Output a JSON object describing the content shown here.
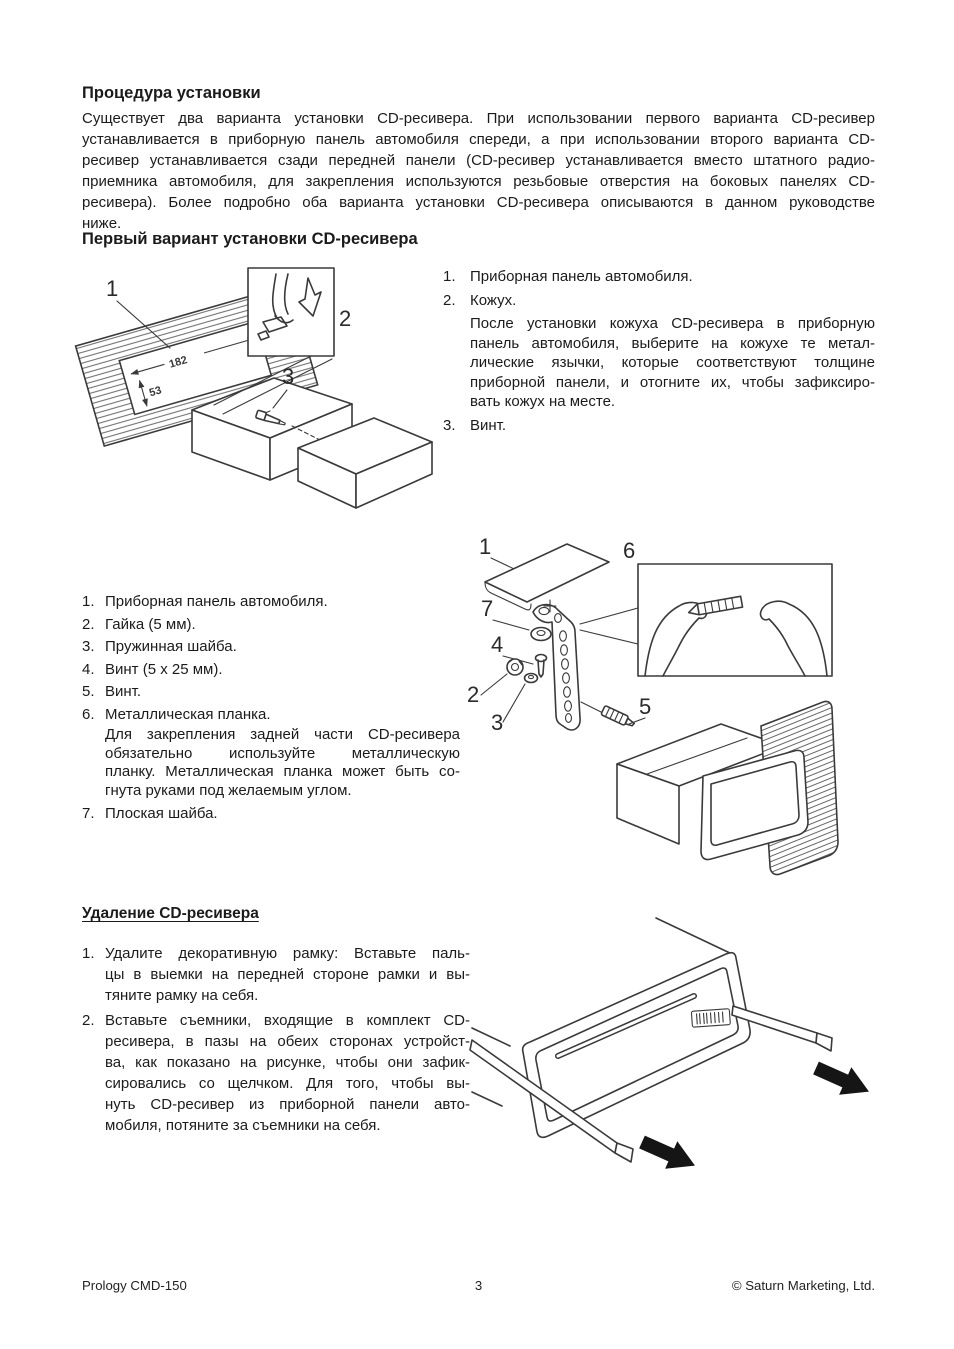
{
  "doc": {
    "section1": {
      "heading": "Процедура установки",
      "lines": [
        "Существует два варианта установки CD-ресивера. При использовании первого варианта CD-ресивер",
        "устанавливается в приборную панель автомобиля спереди, а при использовании второго варианта CD-",
        "ресивер устанавливается сзади передней панели (CD-ресивер устанавливается вместо штатного радио-",
        "приемника автомобиля, для закрепления используются резьбовые отверстия на боковых панелях CD-",
        "ресивера). Более подробно оба варианта установки CD-ресивера описываются в данном руководстве",
        "ниже."
      ]
    },
    "first": {
      "heading": "Первый вариант установки CD-ресивера",
      "right_list": [
        {
          "num": "1.",
          "text": "Приборная панель автомобиля."
        },
        {
          "num": "2.",
          "text": "Кожух."
        },
        {
          "num": "3.",
          "text": "Винт."
        }
      ],
      "right_note_lines": [
        "После установки кожуха CD-ресивера в приборную",
        "панель автомобиля, выберите на кожухе те метал-",
        "лические язычки, которые соответствуют толщине",
        "приборной панели, и отогните их, чтобы зафиксиро-",
        "вать кожух на месте."
      ],
      "left_list": [
        {
          "num": "1.",
          "text": "Приборная панель автомобиля."
        },
        {
          "num": "2.",
          "text": "Гайка (5 мм)."
        },
        {
          "num": "3.",
          "text": "Пружинная шайба."
        },
        {
          "num": "4.",
          "text": "Винт (5 х 25 мм)."
        },
        {
          "num": "5.",
          "text": "Винт."
        },
        {
          "num": "6.",
          "text": "Металлическая планка."
        },
        {
          "num": "7.",
          "text": "Плоская шайба."
        }
      ],
      "left_note_lines": [
        "Для закрепления задней части CD-ресивера",
        "обязательно используйте металлическую",
        "планку. Металлическая планка может быть со-",
        "гнута руками под желаемым углом."
      ]
    },
    "removal": {
      "heading": "Удаление CD-ресивера",
      "step1_num": "1.",
      "step1_lines": [
        "Удалите декоративную рамку: Вставьте паль-",
        "цы в выемки на передней стороне рамки и вы-",
        "тяните рамку на себя."
      ],
      "step2_num": "2.",
      "step2_lines": [
        "Вставьте съемники, входящие в комплект CD-",
        "ресивера, в пазы на обеих сторонах устройст-",
        "ва, как показано на рисунке, чтобы они зафик-",
        "сировались со щелчком. Для того, чтобы вы-",
        "нуть CD-ресивер из приборной панели авто-",
        "мобиля, потяните за съемники на себя."
      ]
    },
    "figures": {
      "fig1": {
        "n1": "1",
        "n2": "2",
        "n3": "3",
        "dim_w": "182",
        "dim_h": "53"
      },
      "fig2": {
        "n1": "1",
        "n2": "2",
        "n3": "3",
        "n4": "4",
        "n5": "5",
        "n6": "6",
        "n7": "7"
      }
    },
    "footer": {
      "left": "Prology CMD-150",
      "page": "3",
      "right": "© Saturn Marketing, Ltd."
    },
    "colors": {
      "ink": "#1b1b1b",
      "line_art": "#3a3a3a",
      "arrow_fill": "#151515"
    }
  }
}
